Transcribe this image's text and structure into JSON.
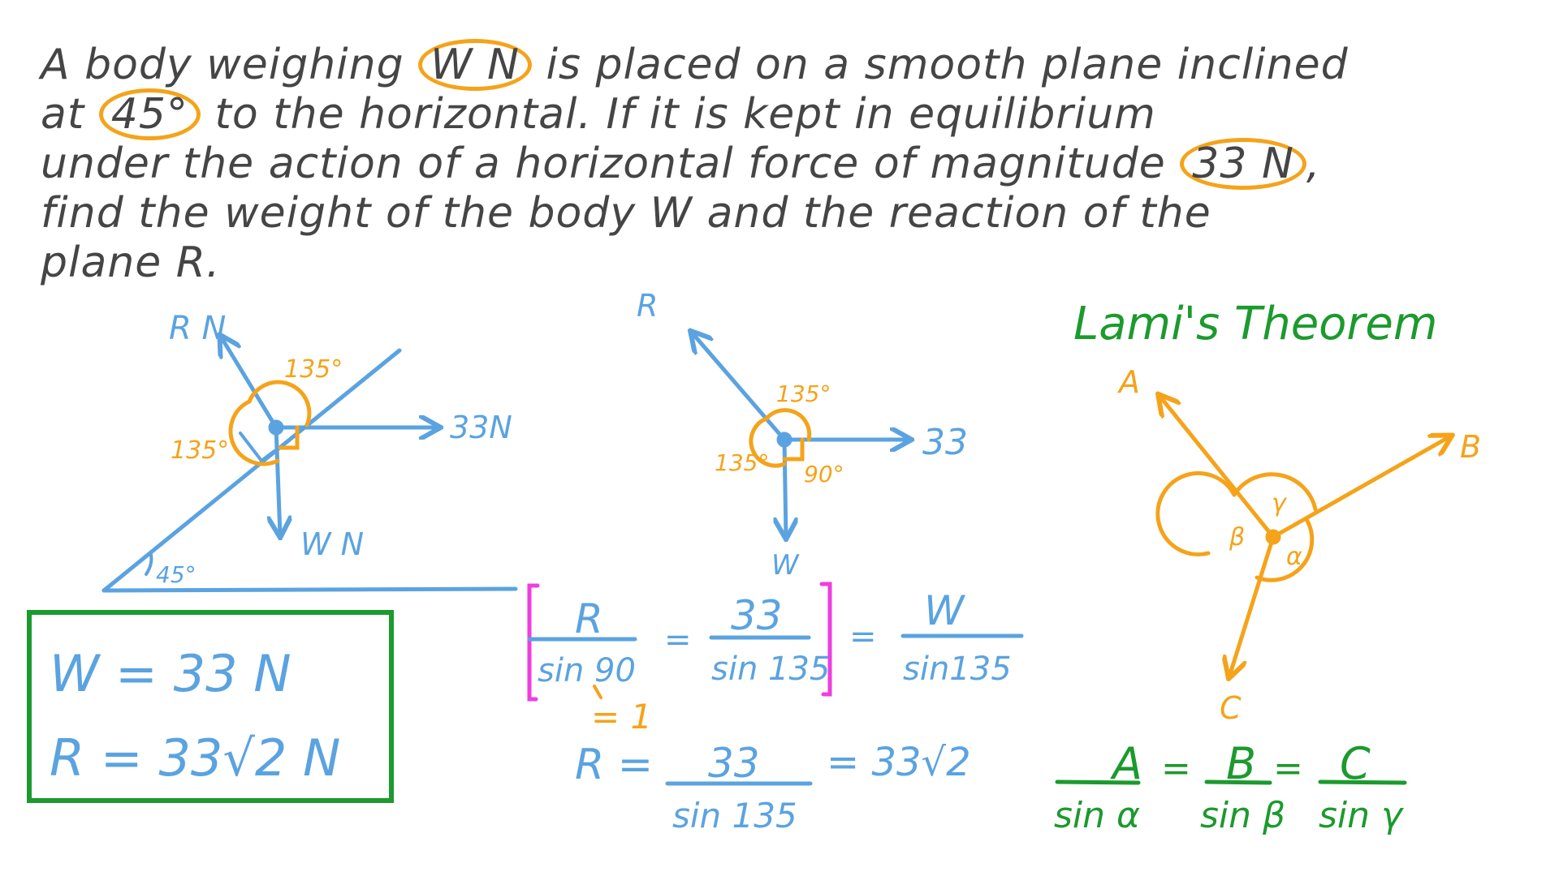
{
  "question": {
    "lines": [
      [
        "A body weighing ",
        "W N",
        " is placed on a smooth plane inclined"
      ],
      [
        "at ",
        "45°",
        " to the horizontal. If it is kept in equilibrium"
      ],
      [
        "under the action of a horizontal force of magnitude ",
        "33 N",
        ","
      ],
      [
        "find the weight of the body W and the reaction of the"
      ],
      [
        "plane R."
      ]
    ],
    "circled_terms": [
      "W N",
      "45°",
      "33 N"
    ]
  },
  "diagram_incline": {
    "reaction_label": "R N",
    "force_label": "33N",
    "weight_label": "W N",
    "angle_top": "135°",
    "angle_left": "135°",
    "incline_angle": "45°"
  },
  "diagram_forces": {
    "reaction_label": "R",
    "force_label": "33",
    "weight_label": "W",
    "angle_top": "135°",
    "angle_left": "135°",
    "angle_right": "90°"
  },
  "lami": {
    "title": "Lami's Theorem",
    "labels": {
      "a": "A",
      "b": "B",
      "c": "C"
    },
    "angles": {
      "alpha": "α",
      "beta": "β",
      "gamma": "γ"
    },
    "formula": [
      {
        "num": "A",
        "den": "sin α"
      },
      {
        "num": "B",
        "den": "sin β"
      },
      {
        "num": "C",
        "den": "sin γ"
      }
    ],
    "equals": "="
  },
  "working": {
    "eq1": [
      {
        "num": "R",
        "den": "sin 90"
      },
      {
        "num": "33",
        "den": "sin 135"
      },
      {
        "num": "W",
        "den": "sin135"
      }
    ],
    "sin90_note": "= 1",
    "eq2_lhs": "R =",
    "eq2_num": "33",
    "eq2_den": "sin 135",
    "eq2_rhs": "= 33√2",
    "equals": "="
  },
  "answer": {
    "w_line": "W = 33 N",
    "r_line": "R = 33√2 N"
  },
  "colors": {
    "ink": "#454545",
    "blue": "#5ba3e0",
    "orange": "#f5a31a",
    "green": "#1c9a2e",
    "magenta": "#ee3ee0"
  }
}
